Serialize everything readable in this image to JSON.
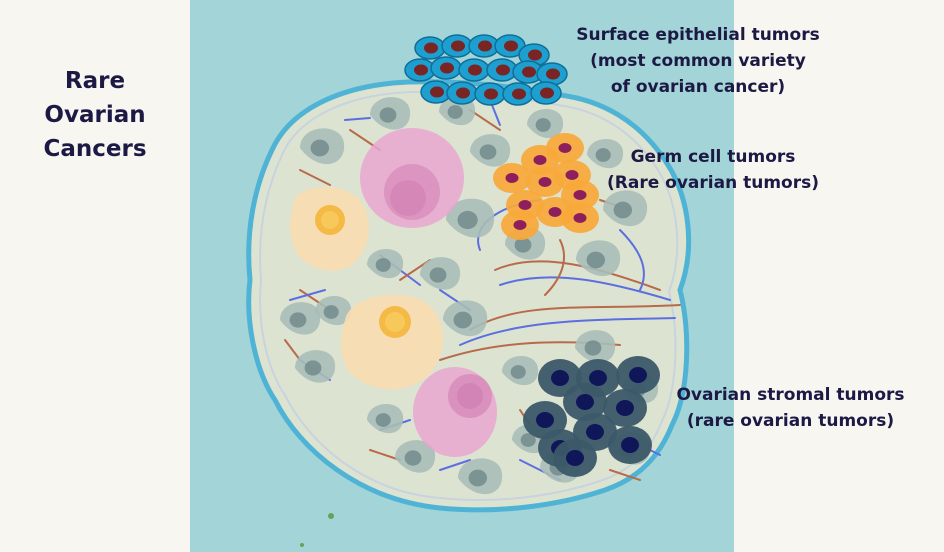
{
  "title": {
    "line1": "Rare",
    "line2": "Ovarian",
    "line3": "Cancers"
  },
  "labels": {
    "surface": {
      "line1": "Surface epithelial tumors",
      "line2": "(most common variety",
      "line3": "of ovarian cancer)"
    },
    "germ": {
      "line1": "Germ cell tumors",
      "line2": "(Rare ovarian tumors)"
    },
    "stromal": {
      "line1": "Ovarian stromal tumors",
      "line2": "(rare ovarian tumors)"
    }
  },
  "colors": {
    "background": "#f7f6f1",
    "panel": "#a3d4d7",
    "ovary_fill": "#dde3d1",
    "ovary_outline": "#4fb3d6",
    "cell_fill": "#a9bcb8",
    "cell_nucleus": "#6f878a",
    "epithelial_cell": "#1d9fd0",
    "epithelial_nucleus": "#7a2424",
    "germ_cell": "#f7a83a",
    "germ_nucleus": "#8c1f5c",
    "stromal_cell": "#3b5868",
    "stromal_nucleus": "#0f1758",
    "oocyte": "#e9a6d0",
    "oocyte_nucleus": "#d484b6",
    "follicle": "#f8dcb0",
    "follicle_nucleus": "#f5b53a",
    "fiber_brown": "#b86b4b",
    "fiber_blue": "#5b6fe0",
    "text": "#1c1a45"
  }
}
